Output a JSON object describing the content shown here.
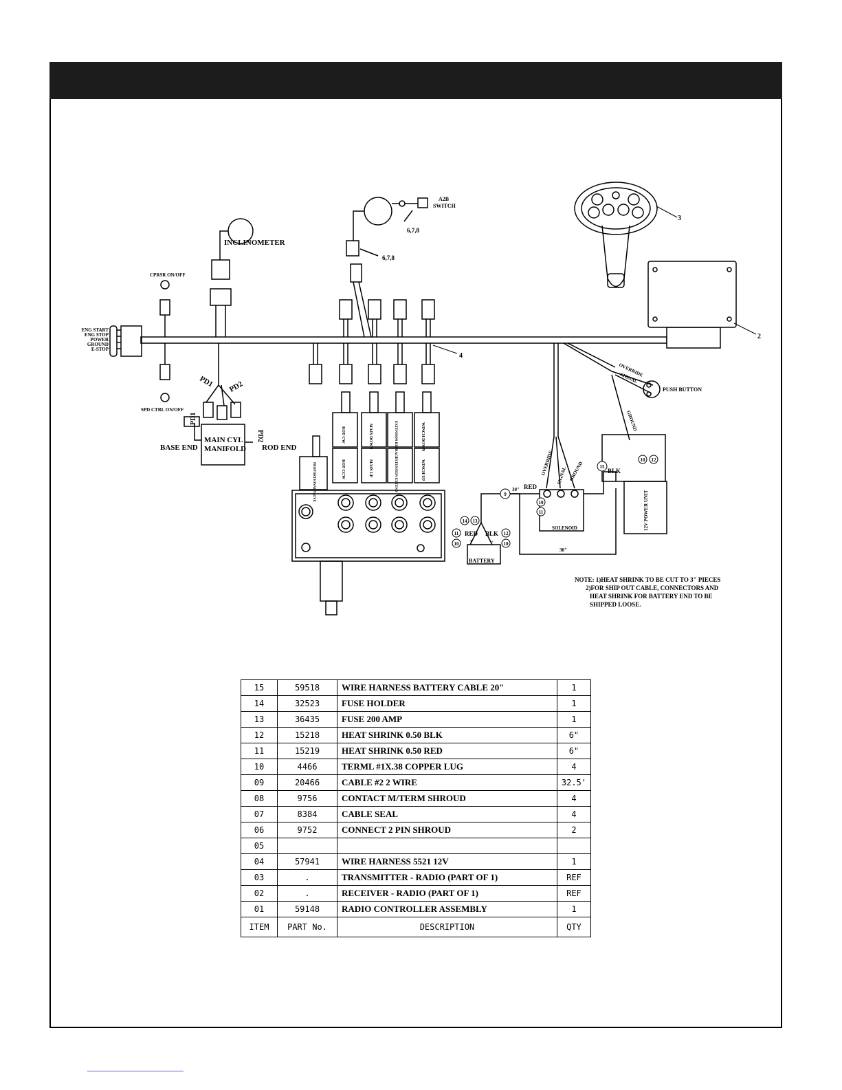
{
  "labels": {
    "inclinometer": "INCLINOMETER",
    "a2b_switch_1": "A2B",
    "a2b_switch_2": "SWITCH",
    "ref_678_a": "6,7,8",
    "ref_678_b": "6,7,8",
    "cprsr": "CPRSR ON/OFF",
    "spd_ctrl": "SPD CTRL ON/OFF",
    "eng_start": "ENG START",
    "eng_stop": "ENG STOP",
    "power": "POWER",
    "ground": "GROUND",
    "e_stop": "E-STOP",
    "pd1_a": "PD1",
    "pd2_a": "PD2",
    "pd1_b": "PD1",
    "pd2_b": "PD2",
    "main_cyl_1": "MAIN CYL",
    "main_cyl_2": "MANIFOLD",
    "base_end": "BASE END",
    "rod_end": "ROD END",
    "callout_2": "2",
    "callout_3": "3",
    "callout_4": "4",
    "override_a": "OVERRIDE",
    "signal_a": "SIGNAL",
    "ground_a": "GROUND",
    "push_button": "PUSH BUTTON",
    "override_b": "OVERRIDE",
    "signal_b": "SIGNAL",
    "ground_b": "GROUND",
    "red_a": "RED",
    "red_b": "RED",
    "blk_a": "BLK",
    "blk_b": "BLK",
    "len_30_a": "30\"",
    "len_30_b": "30\"",
    "solenoid": "SOLENOID",
    "battery": "BATTERY",
    "power_unit": "12V POWER UNIT",
    "valve_rot_cw": "ROT CW",
    "valve_rot_ccw": "ROT CCW",
    "valve_main_down": "MAIN DOWN",
    "valve_main_up": "MAIN UP",
    "valve_ext_retract": "EXTENSION RETRACT",
    "valve_ext_extend": "EXTENSION EXTEND",
    "valve_winch_down": "WINCH DOWN",
    "valve_winch_up": "WINCH UP",
    "prop_valve": "PROPORTIONAL VALVE",
    "b9": "9",
    "b10a": "10",
    "b11a": "11",
    "b15": "15",
    "b10b": "10",
    "b12a": "12",
    "b14": "14",
    "b13": "13",
    "b11b": "11",
    "b12b": "12",
    "b10c": "10",
    "b10d": "10",
    "plus": "+",
    "minus": "-"
  },
  "note": {
    "line1": "NOTE:  1)HEAT SHRINK TO BE CUT TO 3\" PIECES",
    "line2": "2)FOR SHIP OUT CABLE, CONNECTORS AND",
    "line3": "HEAT SHRINK FOR BATTERY END TO BE",
    "line4": "SHIPPED LOOSE."
  },
  "bom": {
    "headers": {
      "item": "ITEM",
      "part": "PART No.",
      "desc": "DESCRIPTION",
      "qty": "QTY"
    },
    "rows": [
      {
        "item": "15",
        "part": "59518",
        "desc": "WIRE HARNESS BATTERY CABLE 20\"",
        "qty": "1"
      },
      {
        "item": "14",
        "part": "32523",
        "desc": "FUSE HOLDER",
        "qty": "1"
      },
      {
        "item": "13",
        "part": "36435",
        "desc": "FUSE 200 AMP",
        "qty": "1"
      },
      {
        "item": "12",
        "part": "15218",
        "desc": "HEAT SHRINK 0.50 BLK",
        "qty": "6\""
      },
      {
        "item": "11",
        "part": "15219",
        "desc": "HEAT SHRINK 0.50 RED",
        "qty": "6\""
      },
      {
        "item": "10",
        "part": "4466",
        "desc": "TERML #1X.38  COPPER LUG",
        "qty": "4"
      },
      {
        "item": "09",
        "part": "20466",
        "desc": "CABLE #2 2 WIRE",
        "qty": "32.5'"
      },
      {
        "item": "08",
        "part": "9756",
        "desc": "CONTACT M/TERM SHROUD",
        "qty": "4"
      },
      {
        "item": "07",
        "part": "8384",
        "desc": "CABLE SEAL",
        "qty": "4"
      },
      {
        "item": "06",
        "part": "9752",
        "desc": "CONNECT 2 PIN SHROUD",
        "qty": "2"
      },
      {
        "item": "05",
        "part": "",
        "desc": "",
        "qty": ""
      },
      {
        "item": "04",
        "part": "57941",
        "desc": "WIRE HARNESS 5521 12V",
        "qty": "1"
      },
      {
        "item": "03",
        "part": ".",
        "desc": "TRANSMITTER - RADIO (PART OF 1)",
        "qty": "REF"
      },
      {
        "item": "02",
        "part": ".",
        "desc": "RECEIVER - RADIO (PART OF 1)",
        "qty": "REF"
      },
      {
        "item": "01",
        "part": "59148",
        "desc": "RADIO CONTROLLER ASSEMBLY",
        "qty": "1"
      }
    ]
  }
}
